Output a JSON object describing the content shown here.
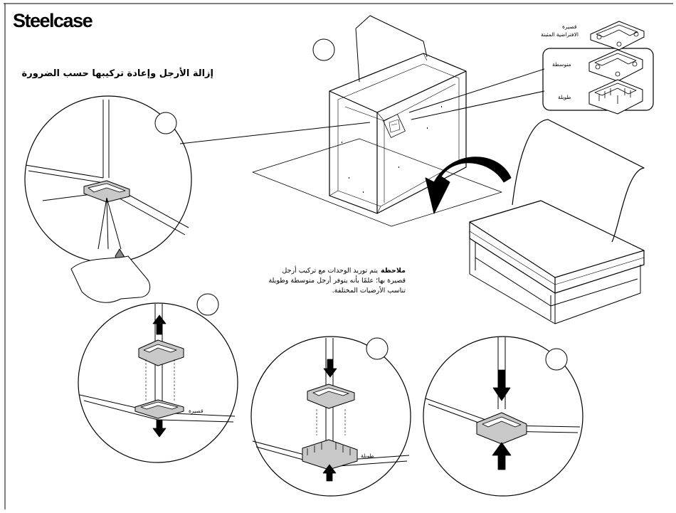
{
  "brand": "Steelcase",
  "heading": "إزالة الأرجل وإعادة تركيبها  حسب الضرورة",
  "note": {
    "label": "ملاحظة",
    "text": "يتم توريد الوحدات مع تركيب أرجل قصيرة بها؛ علمًا بأنه يتوفر أرجل متوسطة وطويلة تناسب الأرضيات المختلفة."
  },
  "legend": {
    "short_default_line1": "قصيرة",
    "short_default_line2": "الافتراضية المثبتة",
    "medium": "متوسطة",
    "long": "طويلة"
  },
  "callouts": {
    "short": "قصيرة",
    "long": "طويلة"
  },
  "colors": {
    "stroke": "#000000",
    "foot_fill": "#c8c8c8"
  }
}
